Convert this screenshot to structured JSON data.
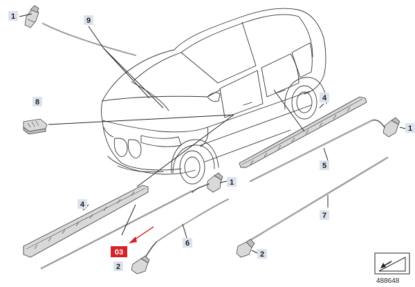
{
  "callouts": {
    "c1a": "1",
    "c9": "9",
    "c8": "8",
    "c4a": "4",
    "c1b": "1",
    "c5": "5",
    "c1c": "1",
    "c4b": "4",
    "c7": "7",
    "c6": "6",
    "c03": "03",
    "c2a": "2",
    "c2b": "2"
  },
  "colors": {
    "callout_background": "#dce3ec",
    "highlight_callout": "#d4242a",
    "highlight_arrow": "#d4242a"
  },
  "icons": {
    "corner_badge": "drop-ramp-icon"
  },
  "document_number": "488648"
}
